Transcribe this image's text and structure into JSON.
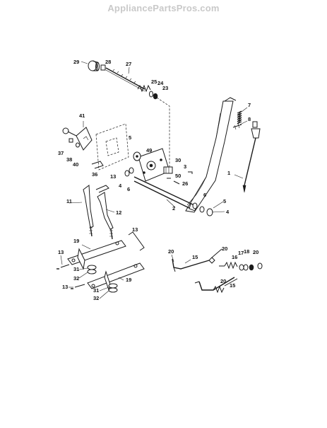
{
  "watermark": "AppliancePartsPros.com",
  "callouts": {
    "p29": "29",
    "p28": "28",
    "p27": "27",
    "p25": "25",
    "p24": "24",
    "p23": "23",
    "p7": "7",
    "p8": "8",
    "p41": "41",
    "p37": "37",
    "p38": "38",
    "p40": "40",
    "p49": "49",
    "p5a": "5",
    "p30": "30",
    "p3": "3",
    "p36": "36",
    "p13a": "13",
    "p4a": "4",
    "p6a": "6",
    "p50": "50",
    "p26": "26",
    "p1": "1",
    "p6b": "6",
    "p5b": "5",
    "p4b": "4",
    "p2": "2",
    "p11": "11",
    "p12": "12",
    "p13b": "13",
    "p19a": "19",
    "p13c": "13",
    "p31a": "31",
    "p32a": "32",
    "p19b": "19",
    "p13d": "13",
    "p31b": "31",
    "p32b": "32",
    "p20a": "20",
    "p15a": "15",
    "p20b": "20",
    "p16": "16",
    "p17": "17",
    "p18": "18",
    "p20c": "20",
    "p20d": "20",
    "p15b": "15"
  }
}
